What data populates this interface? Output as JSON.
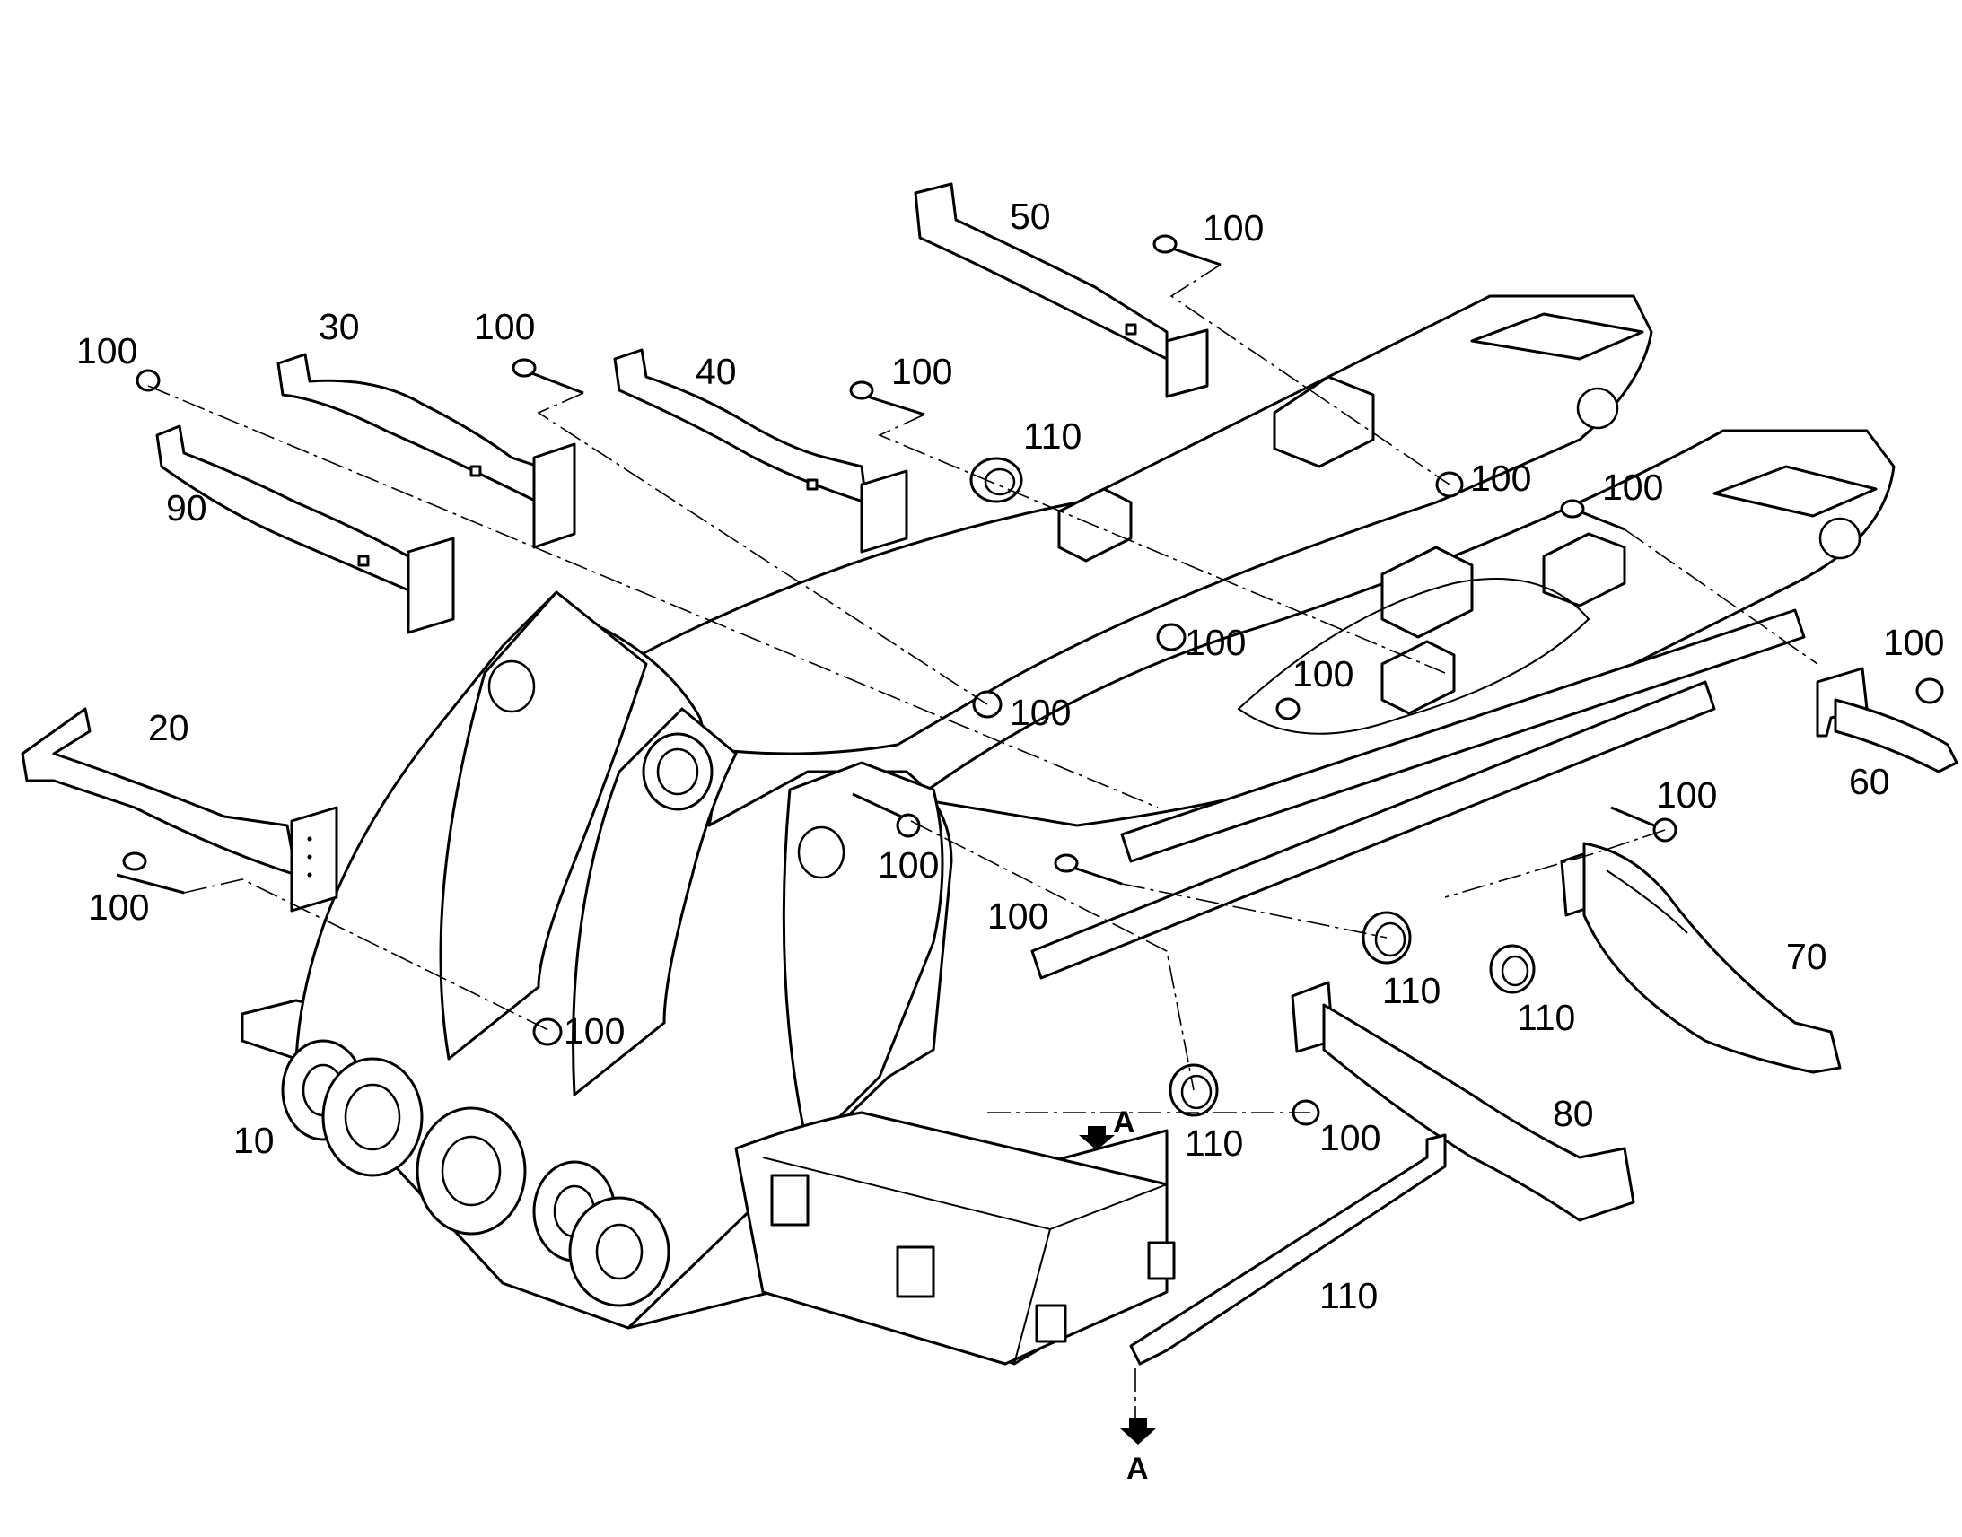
{
  "callouts": {
    "c_10": "10",
    "c_20": "20",
    "c_30": "30",
    "c_40": "40",
    "c_50": "50",
    "c_60": "60",
    "c_70": "70",
    "c_80": "80",
    "c_90": "90",
    "c_100": "100",
    "c_110": "110"
  },
  "section_marker": {
    "label": "A"
  }
}
